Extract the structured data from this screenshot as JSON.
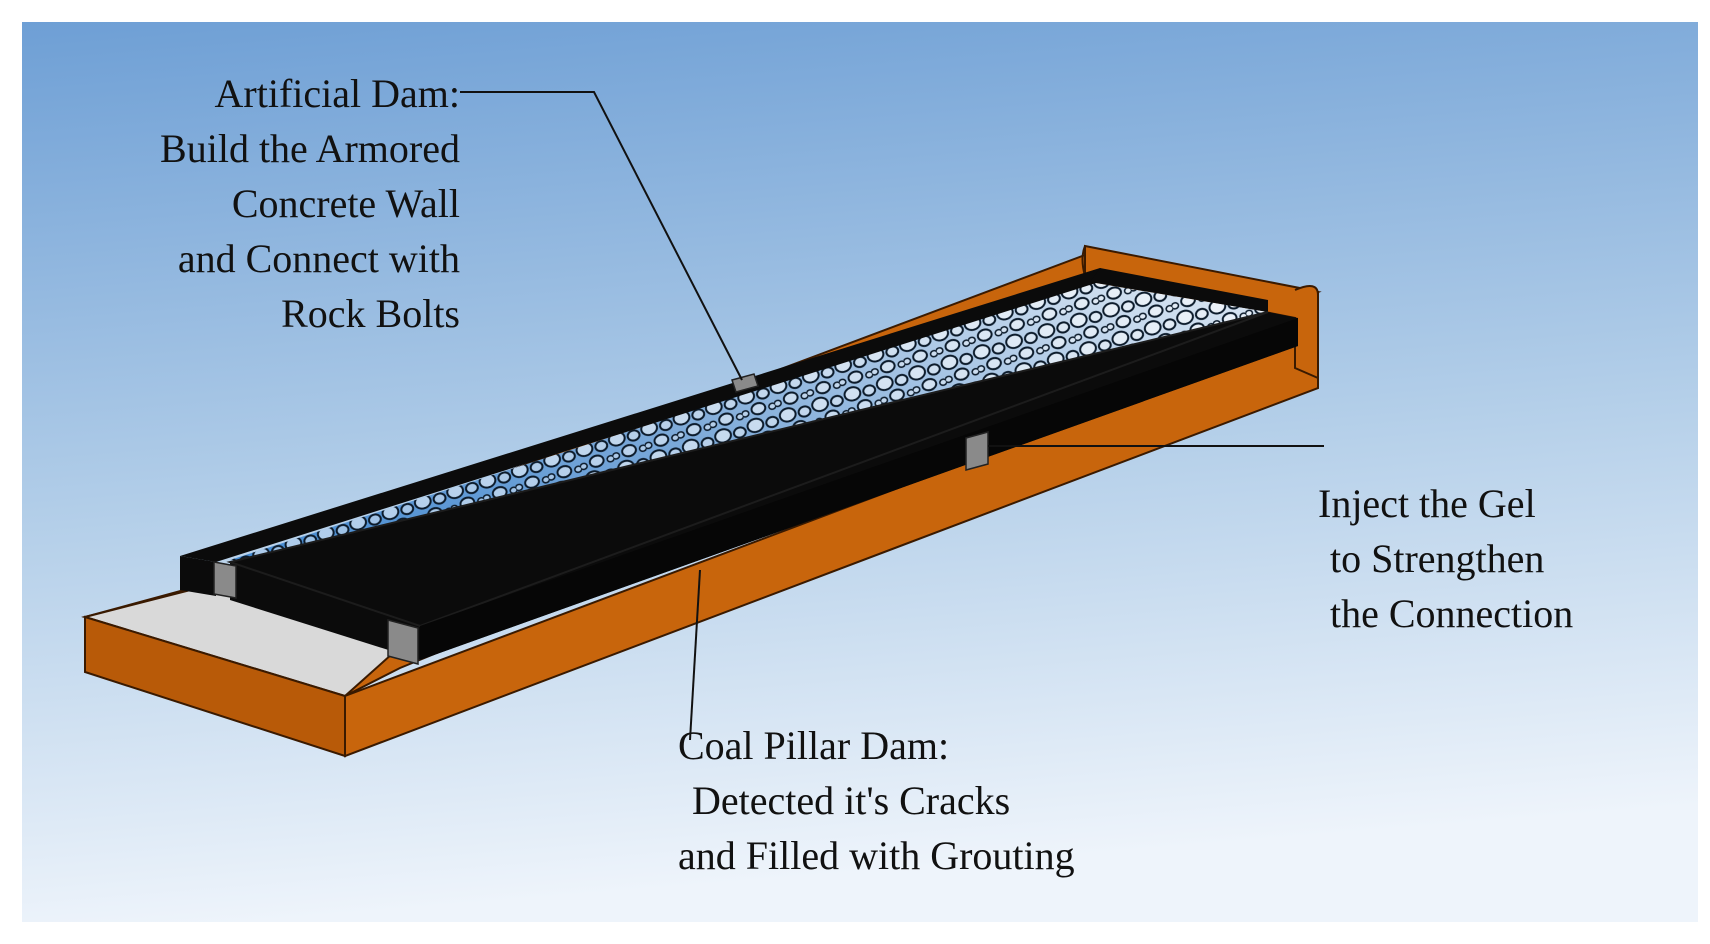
{
  "labels": {
    "artificial_dam": {
      "lines": [
        "Artificial Dam:",
        "Build the Armored",
        "Concrete Wall",
        "and Connect with",
        "Rock Bolts"
      ]
    },
    "inject_gel": {
      "lines": [
        "Inject the Gel",
        "to Strengthen",
        "the Connection"
      ]
    },
    "coal_pillar_dam": {
      "lines": [
        "Coal Pillar Dam:",
        "Detected it's Cracks",
        "and Filled with Grouting"
      ]
    }
  },
  "colors": {
    "background_top": "#6f9fd4",
    "background_bottom": "#eef4fb",
    "base_orange": "#c8650c",
    "base_orange_dark": "#9e4f08",
    "wall_black": "#0b0b0b",
    "concrete_gray": "#d8d8d8",
    "joint_gray": "#8a8a8a",
    "gravel_blue": "#3f8fd6"
  }
}
